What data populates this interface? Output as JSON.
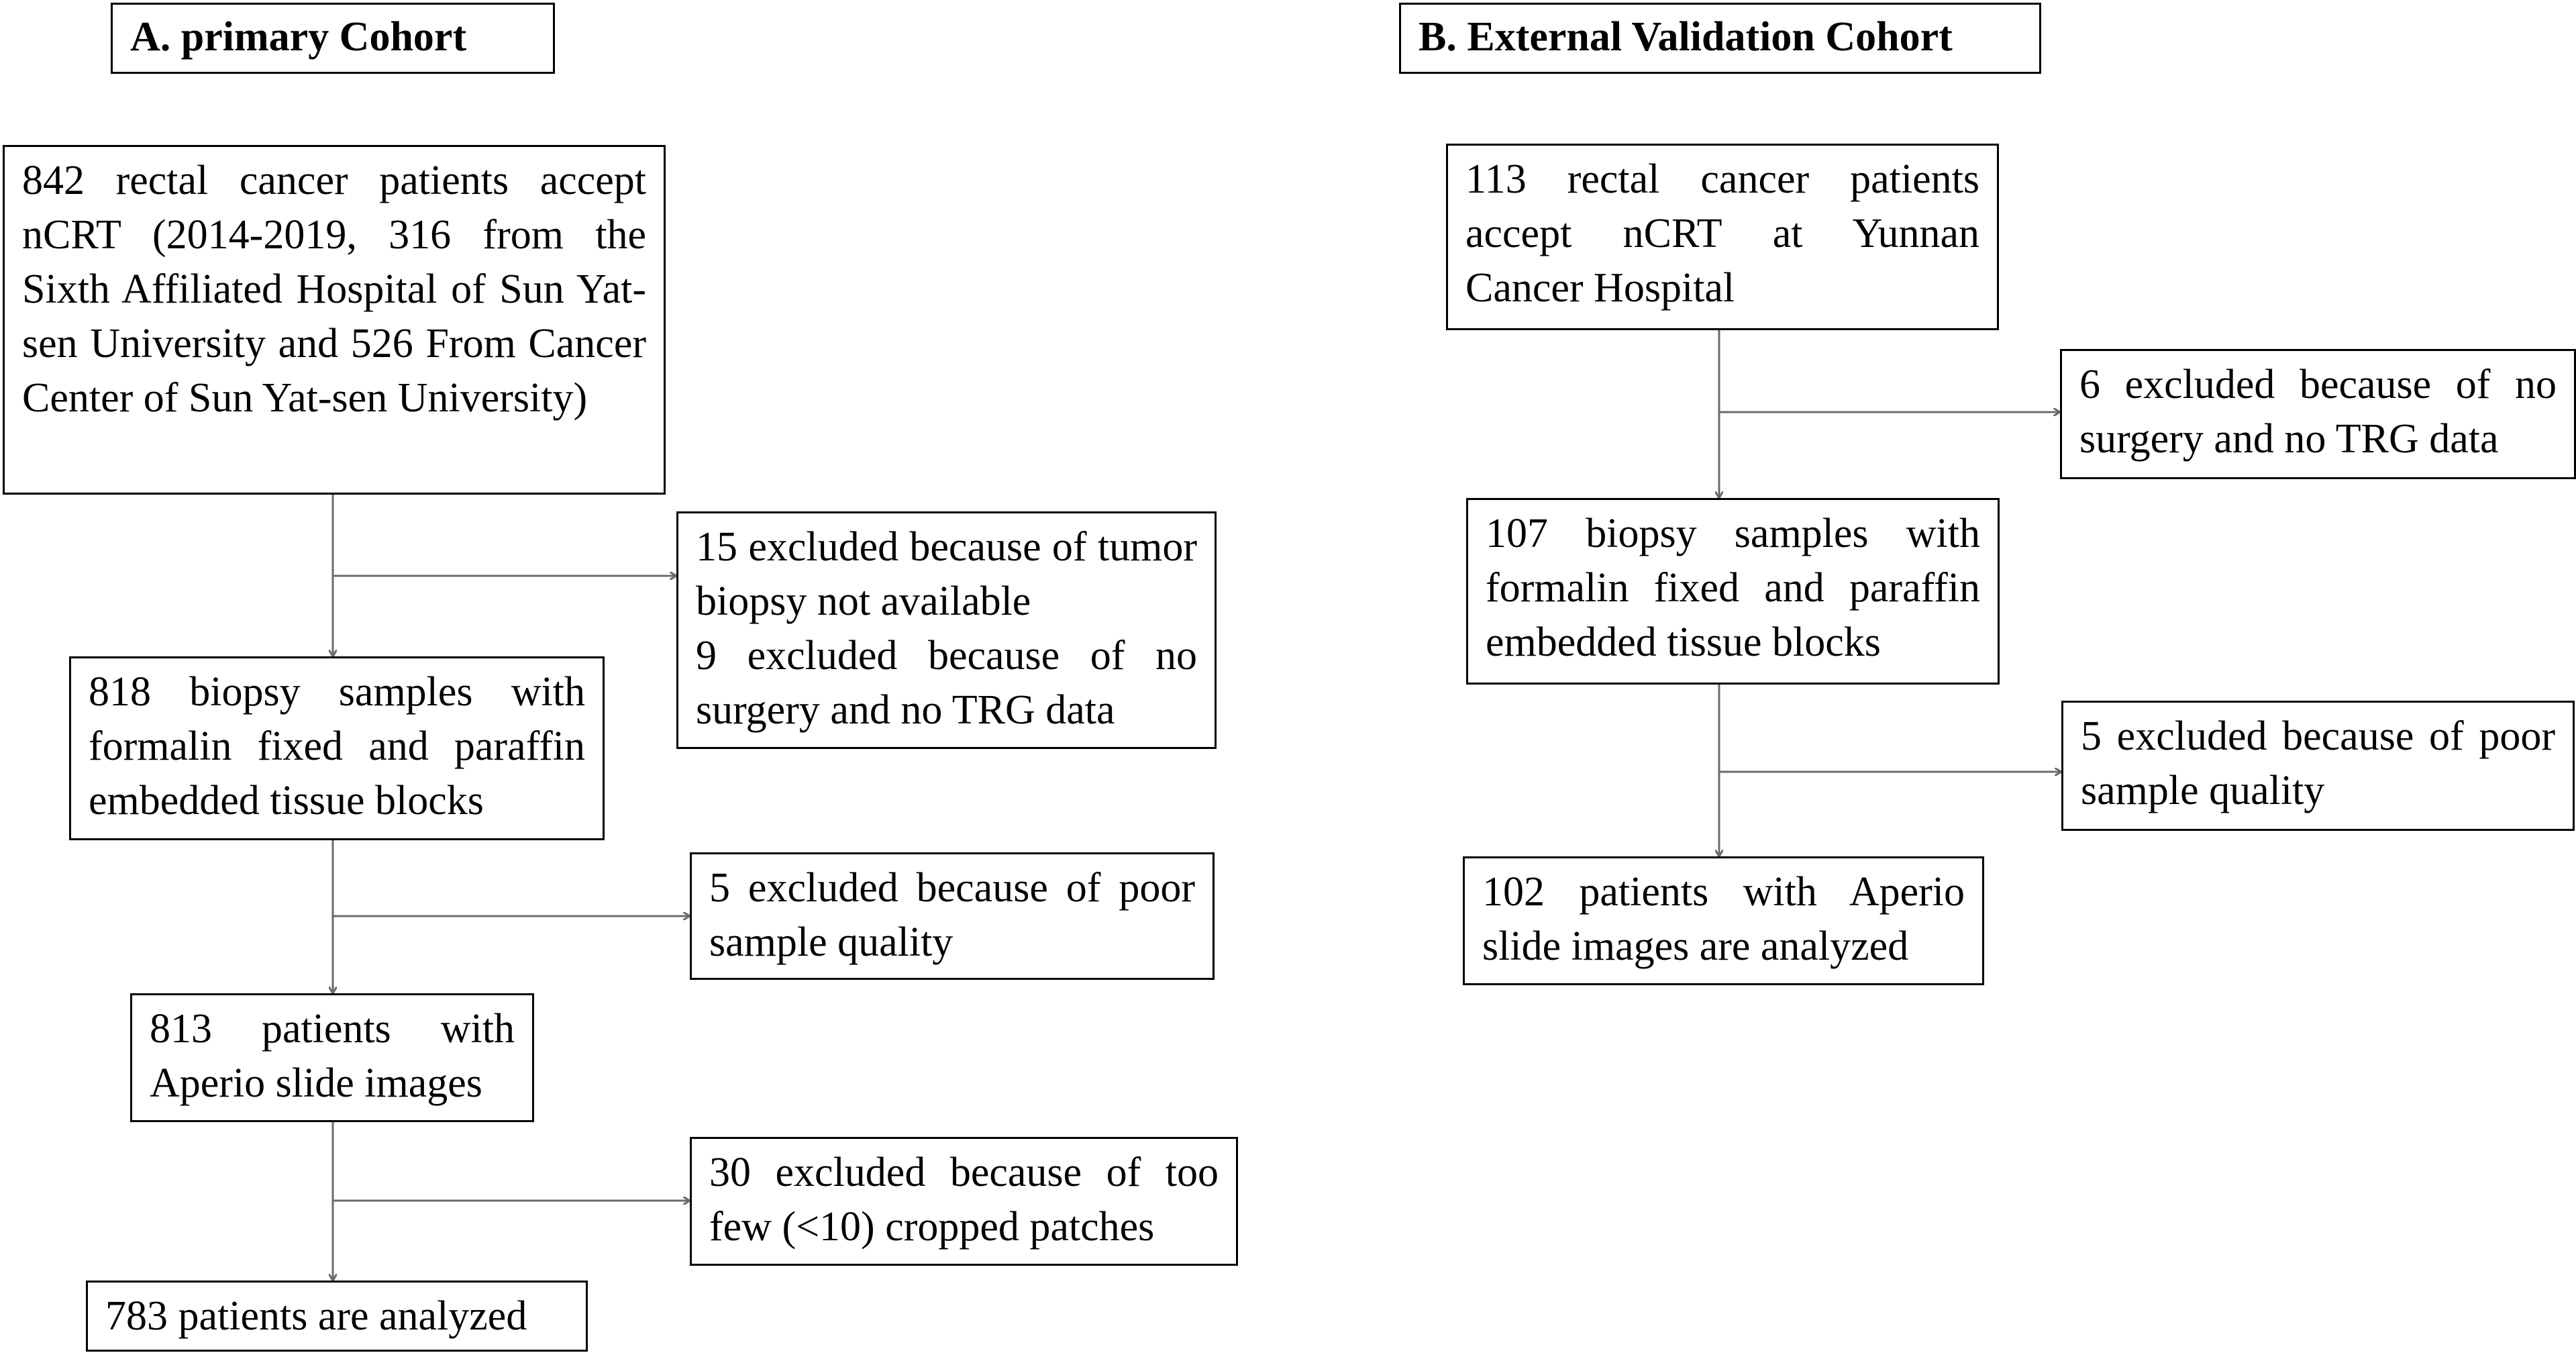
{
  "cohort_a": {
    "title": "A. primary Cohort",
    "boxes": {
      "start": "842 rectal cancer patients accept nCRT (2014-2019, 316 from the Sixth Affiliated Hospital of Sun Yat-sen University and 526 From Cancer Center of Sun Yat-sen University)",
      "exclusion_1": {
        "line_1": "15 excluded because of tumor biopsy not available",
        "line_2": "9 excluded because of no surgery and no TRG data"
      },
      "biopsy_samples": "818 biopsy samples with formalin fixed and paraffin embedded tissue blocks",
      "exclusion_2": "5 excluded because of poor sample quality",
      "slide_images": "813 patients with Aperio slide images",
      "exclusion_3": "30 excluded because of too few (<10) cropped patches",
      "analyzed": "783 patients are analyzed"
    }
  },
  "cohort_b": {
    "title": "B. External Validation Cohort",
    "boxes": {
      "start": "113 rectal cancer patients accept nCRT at Yunnan Cancer Hospital",
      "exclusion_1": "6 excluded because of no surgery and no TRG data",
      "biopsy_samples": "107 biopsy samples with formalin fixed and paraffin embedded tissue blocks",
      "exclusion_2": "5 excluded because of poor sample quality",
      "analyzed": "102 patients with Aperio slide images are analyzed"
    }
  },
  "colors": {
    "line": "#6b6b6b",
    "border": "#000000",
    "text": "#000000",
    "background": "#ffffff"
  }
}
